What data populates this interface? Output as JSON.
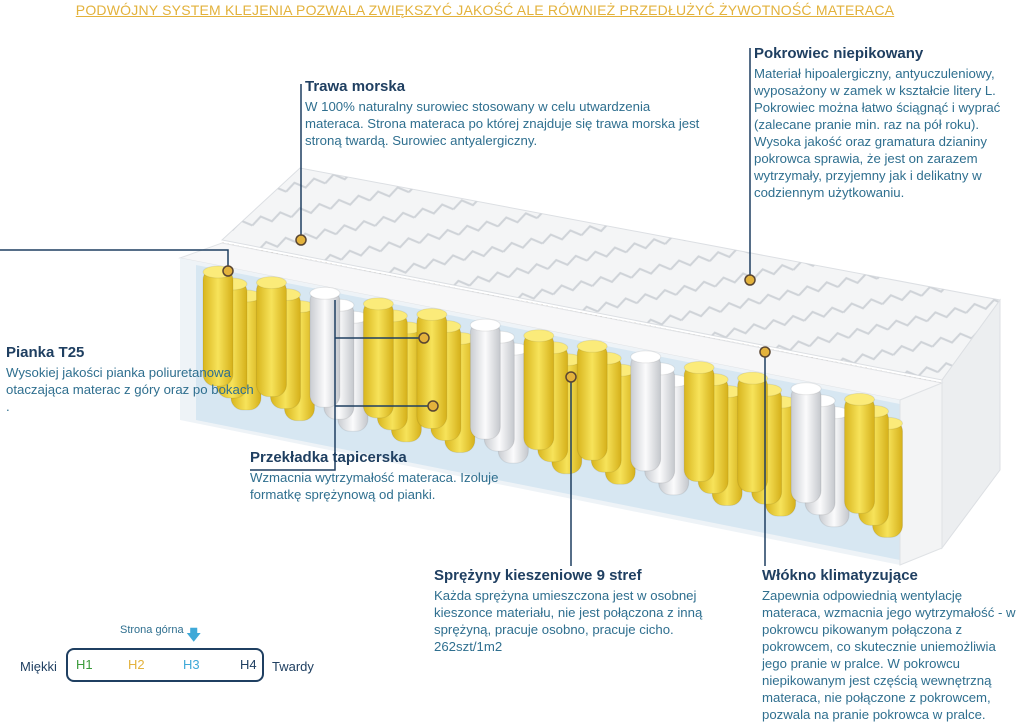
{
  "banner": "PODWÓJNY SYSTEM KLEJENIA POZWALA ZWIĘKSZYĆ JAKOŚĆ ALE RÓWNIEŻ PRZEDŁUŻYĆ ŻYWOTNOŚĆ MATERACA",
  "trawa": {
    "title": "Trawa morska",
    "text": "W 100% naturalny surowiec stosowany w celu utwardzenia materaca. Strona materaca po której znajduje się trawa morska jest stroną twardą. Surowiec antyalergiczny."
  },
  "pokrowiec": {
    "title": "Pokrowiec  niepikowany",
    "text": "Materiał hipoalergiczny, antyuczuleniowy, wyposażony w zamek w kształcie litery L. Pokrowiec można łatwo ściągnąć i wyprać (zalecane pranie min.  raz na pół roku). Wysoka jakość oraz gramatura dzianiny pokrowca sprawia, że jest on zarazem wytrzymały, przyjemny jak i delikatny w codziennym użytkowaniu."
  },
  "pianka": {
    "title": "Pianka T25",
    "text": "Wysokiej jakości pianka poliuretanowa otaczająca materac z góry oraz po bokach ."
  },
  "przekladka": {
    "title": "Przekładka tapicerska",
    "text": "Wzmacnia wytrzymałość materaca. Izoluje formatkę sprężynową od pianki."
  },
  "sprezyny": {
    "title": "Sprężyny kieszeniowe 9 stref",
    "text": "Każda sprężyna umieszczona jest w osobnej kieszonce materiału, nie jest połączona z inną sprężyną, pracuje osobno, pracuje cicho. 262szt/1m2"
  },
  "wlokno": {
    "title": "Włókno klimatyzujące",
    "text": "Zapewnia odpowiednią wentylację materaca, wzmacnia jego wytrzymałość - w pokrowcu pikowanym połączona z pokrowcem, co skutecznie uniemożliwia jego pranie w pralce. W pokrowcu niepikowanym jest częścią wewnętrzną materaca, nie połączone z pokrowcem, pozwala na pranie pokrowca w pralce."
  },
  "hardness": {
    "caption": "Strona górna",
    "left_label": "Miękki",
    "right_label": "Twardy",
    "selected_level": 3,
    "levels": [
      {
        "label": "H1",
        "color": "#3a9a3a"
      },
      {
        "label": "H2",
        "color": "#e3b23c"
      },
      {
        "label": "H3",
        "color": "#3fa9d8"
      },
      {
        "label": "H4",
        "color": "#1f3f61"
      }
    ]
  },
  "colors": {
    "heading": "#1f3f61",
    "body": "#2f6f8f",
    "banner": "#e3b23c",
    "spring_yellow": "#f2d43a",
    "spring_white": "#e9ebee",
    "coco": "#5a4632",
    "callout_dot": "#e3b23c"
  }
}
